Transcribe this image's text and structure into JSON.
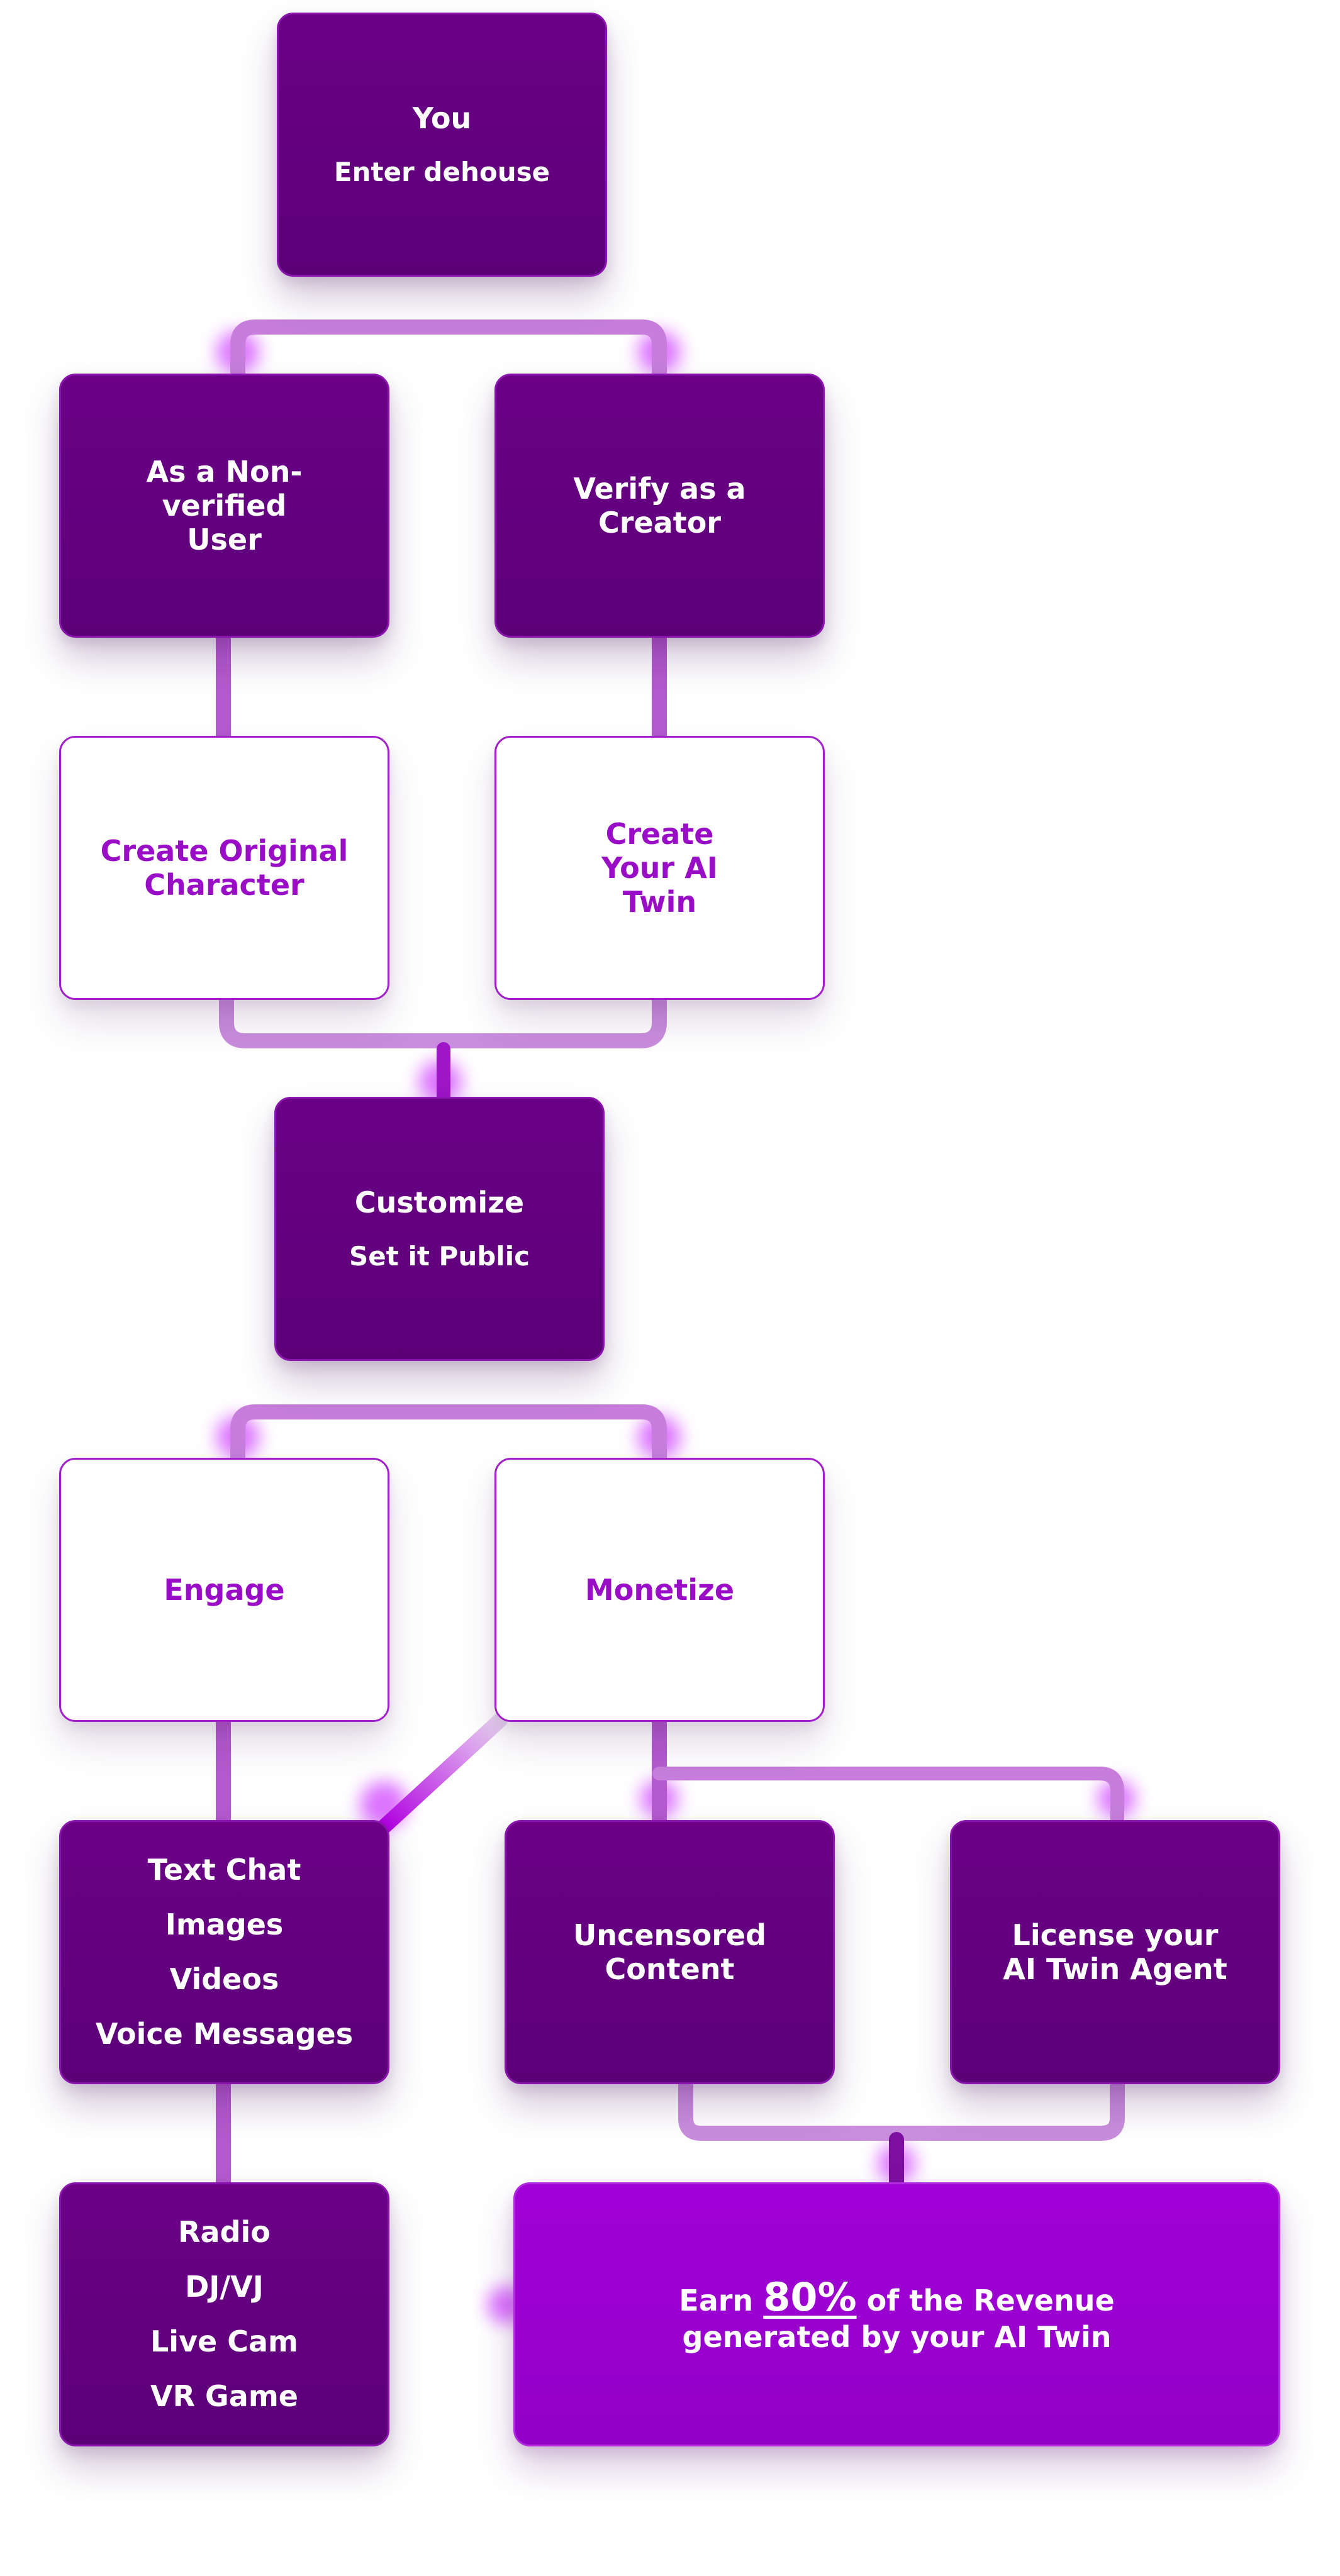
{
  "nodes": {
    "you": {
      "title": "You",
      "subtitle": "Enter dehouse"
    },
    "non_verified": {
      "label": "As a Non-verified User"
    },
    "verify_creator": {
      "label": "Verify as a Creator"
    },
    "create_original": {
      "label": "Create Original Character"
    },
    "create_twin": {
      "label": "Create Your AI Twin"
    },
    "customize": {
      "title": "Customize",
      "subtitle": "Set it Public"
    },
    "engage": {
      "label": "Engage"
    },
    "monetize": {
      "label": "Monetize"
    },
    "features_1": {
      "items": [
        "Text Chat",
        "Images",
        "Videos",
        "Voice Messages"
      ]
    },
    "uncensored": {
      "label": "Uncensored Content"
    },
    "license_agent": {
      "label": "License your AI Twin Agent"
    },
    "features_2": {
      "items": [
        "Radio",
        "DJ/VJ",
        "Live Cam",
        "VR Game"
      ]
    },
    "earn": {
      "prefix": "Earn",
      "highlight": "80%",
      "suffix": "of the Revenue",
      "line2": "generated by your AI Twin"
    }
  },
  "colors": {
    "dark_node": "#5f007b",
    "light_node_text": "#9a0dc6",
    "bright_node": "#9a00d0",
    "connector": "#c77ddc",
    "connector_dark": "#4a0062"
  }
}
